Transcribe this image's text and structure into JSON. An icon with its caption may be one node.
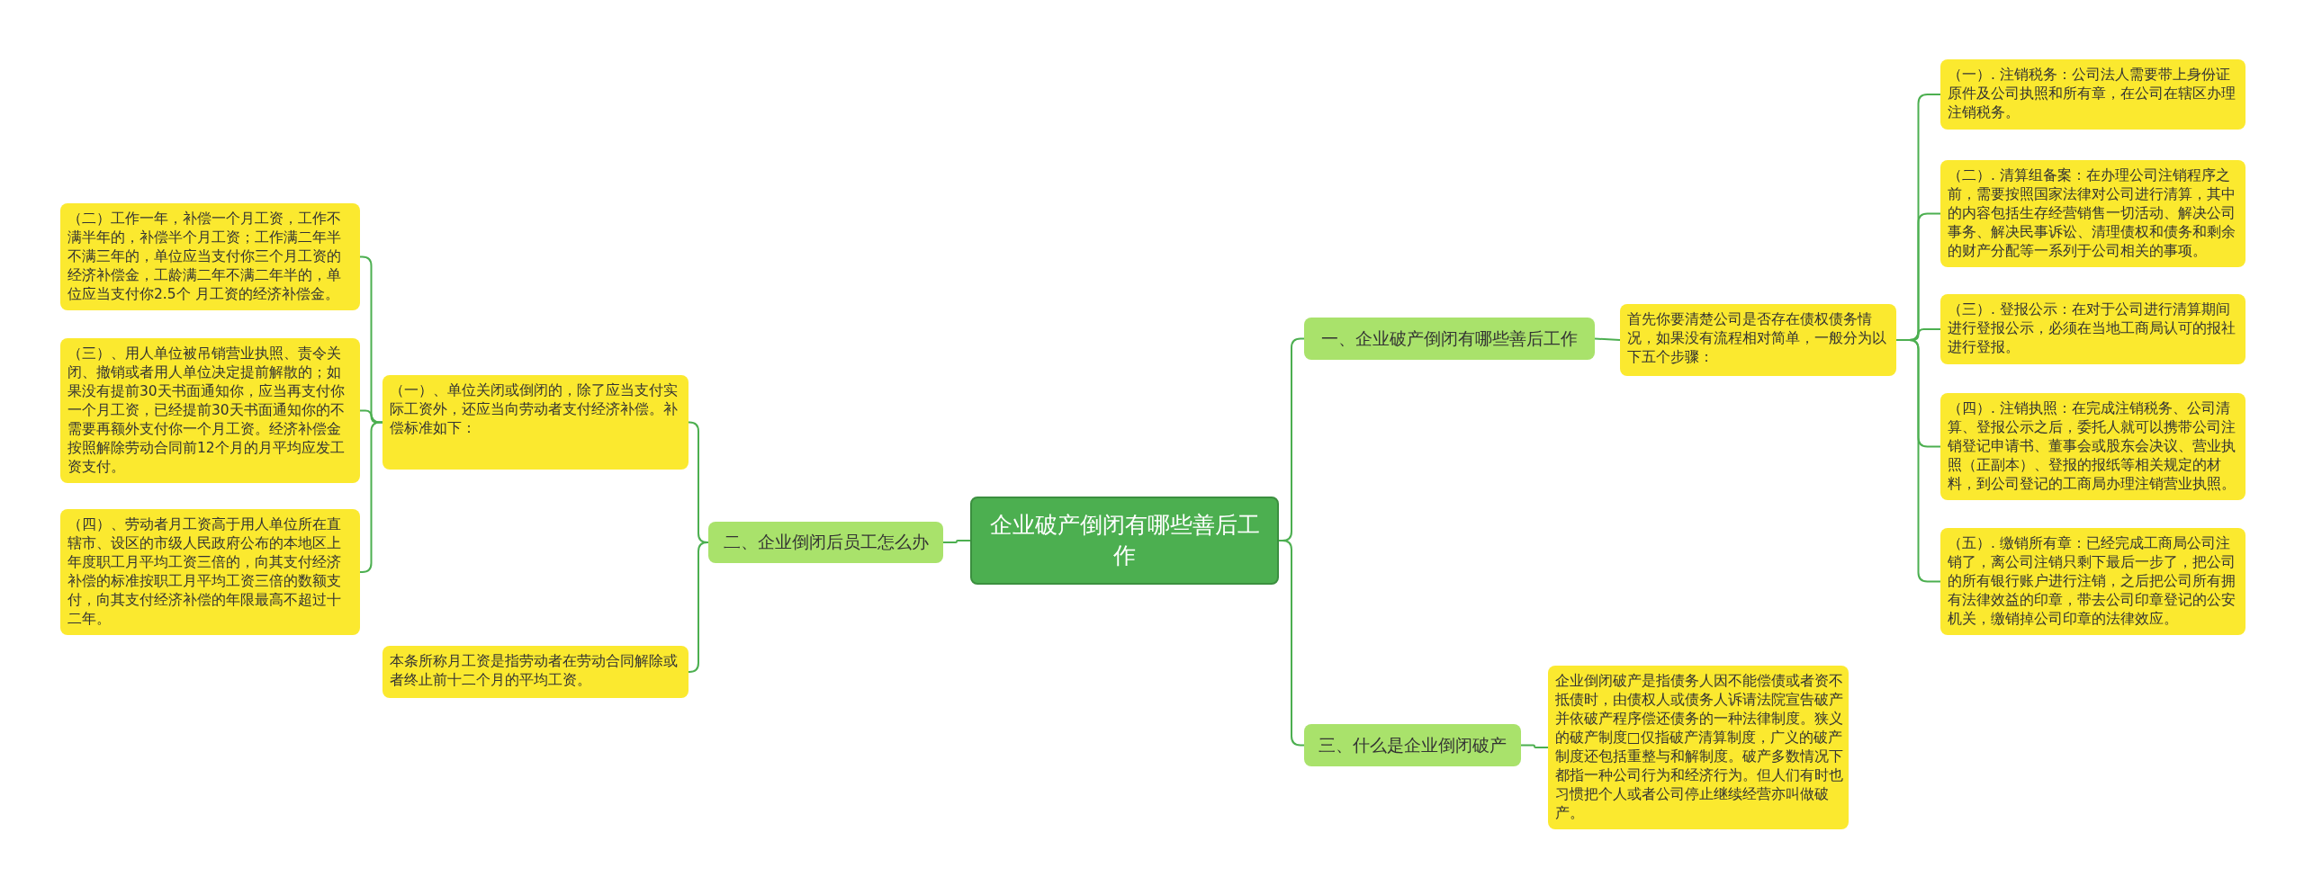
{
  "diagram": {
    "nodes": [
      {
        "text": [
          "企业破产倒闭有哪些善后工作"
        ]
      },
      {
        "text": [
          "二、企业倒闭后员工怎么办"
        ]
      },
      {
        "text": [
          "（一）、单位关闭或倒闭的，除了应当支付实际工资外，还应当向劳动者支付经济补偿。补偿标准如下："
        ]
      },
      {
        "text": [
          "（二）工作一年，补偿一个月工资，工作不满半年的，补偿半个月工资；工作满二年半不满三年的，单位应当支付你三个月工资的经济补偿金，工龄满二年不满二年半的，单位应当支付你2.5个 月工资的经济补偿金。"
        ]
      },
      {
        "text": [
          "（三）、用人单位被吊销营业执照、责令关闭、撤销或者用人单位决定提前解散的；如果没有提前30天书面通知你，应当再支付你一个月工资，已经提前30天书面通知你的不需要再额外支付你一个月工资。经济补偿金按照解除劳动合同前12个月的月平均应发工资支付。"
        ]
      },
      {
        "text": [
          "（四）、劳动者月工资高于用人单位所在直辖市、设区的市级人民政府公布的本地区上年度职工月平均工资三倍的，向其支付经济补偿的标准按职工月平均工资三倍的数额支付，向其支付经济补偿的年限最高不超过十二年。"
        ]
      },
      {
        "text": [
          "本条所称月工资是指劳动者在劳动合同解除或者终止前十二个月的平均工资。"
        ]
      },
      {
        "text": [
          "一、企业破产倒闭有哪些善后工作"
        ]
      },
      {
        "text": [
          "首先你要清楚公司是否存在债权债务情况，如果没有流程相对简单，一般分为以下五个步骤："
        ]
      },
      {
        "text": [
          "（一）. 注销税务：公司法人需要带上身份证原件及公司执照和所有章，在公司在辖区办理注销税务。"
        ]
      },
      {
        "text": [
          "（二）. 清算组备案：在办理公司注销程序之前，需要按照国家法律对公司进行清算，其中的内容包括生存经营销售一切活动、解决公司事务、解决民事诉讼、清理债权和债务和剩余的财产分配等一系列于公司相关的事项。"
        ]
      },
      {
        "text": [
          "（三）. 登报公示：在对于公司进行清算期间进行登报公示，必须在当地工商局认可的报社进行登报。"
        ]
      },
      {
        "text": [
          "（四）. 注销执照：在完成注销税务、公司清算、登报公示之后，委托人就可以携带公司注销登记申请书、董事会或股东会决议、营业执照（正副本）、登报的报纸等相关规定的材料，到公司登记的工商局办理注销营业执照。"
        ]
      },
      {
        "text": [
          "（五）. 缴销所有章：已经完成工商局公司注销了，离公司注销只剩下最后一步了，把公司的所有银行账户进行注销，之后把公司所有拥有法律效益的印章，带去公司印章登记的公安机关，缴销掉公司印章的法律效应。"
        ]
      },
      {
        "text": [
          "三、什么是企业倒闭破产"
        ]
      },
      {
        "text": [
          "企业倒闭破产是指债务人因不能偿债或者资不抵债时，由债权人或债务人诉请法院宣告破产并依破产程序偿还债务的一种法律制度。狭义的破产制度□仅指破产清算制度，广义的破产制度还包括重整与和解制度。破产多数情况下都指一种公司行为和经济行为。但人们有时也习惯把个人或者公司停止继续经营亦叫做破产。"
        ]
      }
    ],
    "edges": [
      {
        "from": 0,
        "to": 1,
        "arrow": "none"
      },
      {
        "from": 1,
        "to": 2,
        "arrow": "none"
      },
      {
        "from": 1,
        "to": 6,
        "arrow": "none"
      },
      {
        "from": 2,
        "to": 3,
        "arrow": "none"
      },
      {
        "from": 2,
        "to": 4,
        "arrow": "none"
      },
      {
        "from": 2,
        "to": 5,
        "arrow": "none"
      },
      {
        "from": 0,
        "to": 7,
        "arrow": "none"
      },
      {
        "from": 7,
        "to": 8,
        "arrow": "none"
      },
      {
        "from": 8,
        "to": 9,
        "arrow": "none"
      },
      {
        "from": 8,
        "to": 10,
        "arrow": "none"
      },
      {
        "from": 8,
        "to": 11,
        "arrow": "none"
      },
      {
        "from": 8,
        "to": 12,
        "arrow": "none"
      },
      {
        "from": 8,
        "to": 13,
        "arrow": "none"
      },
      {
        "from": 0,
        "to": 14,
        "arrow": "none"
      },
      {
        "from": 14,
        "to": 15,
        "arrow": "none"
      }
    ]
  }
}
